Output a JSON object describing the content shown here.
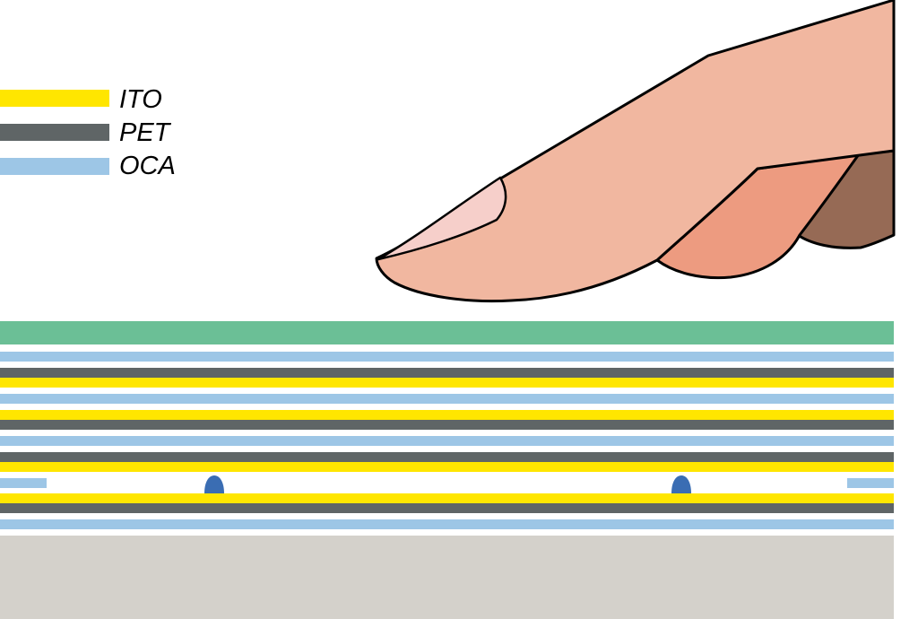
{
  "legend": [
    {
      "label": "ITO",
      "color": "#ffe600"
    },
    {
      "label": "PET",
      "color": "#5f6566"
    },
    {
      "label": "OCA",
      "color": "#9dc6e6"
    }
  ],
  "colors": {
    "cover_lens": "#6bbf96",
    "ito": "#ffe600",
    "pet": "#5f6566",
    "oca": "#9dc6e6",
    "spacer_dot": "#3a6db3",
    "display_base": "#d4d1cb",
    "finger_skin": "#f1b7a0",
    "finger_nail": "#f6cfca",
    "middle_finger": "#ed9b80",
    "ring_finger": "#966a55",
    "outline": "#000000"
  }
}
